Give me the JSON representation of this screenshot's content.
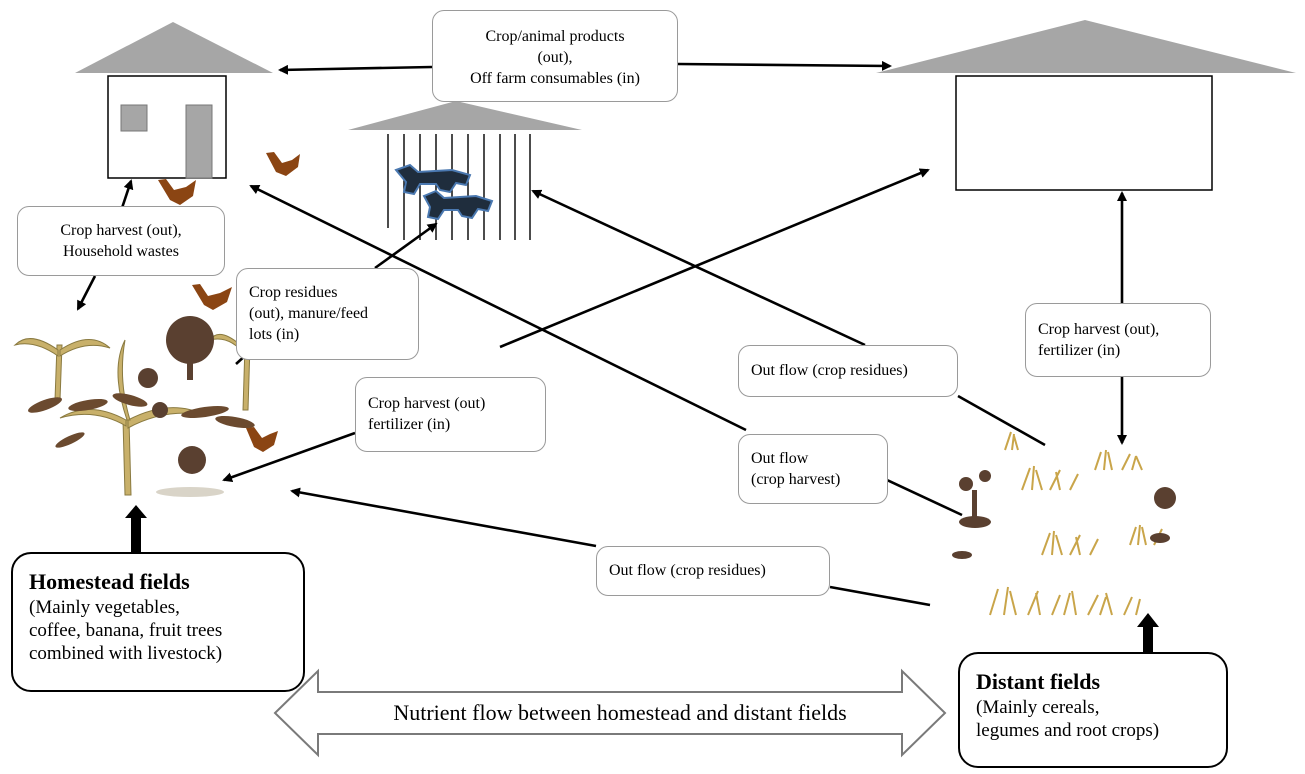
{
  "labels": {
    "products": [
      "Crop/animal products",
      "(out),",
      "Off farm consumables (in)"
    ],
    "crop_harvest_household": [
      "Crop harvest (out),",
      "Household wastes"
    ],
    "crop_residues_manure": [
      "Crop residues",
      "(out), manure/feed",
      "lots (in)"
    ],
    "crop_harvest_fertilizer_left": [
      "Crop harvest (out)",
      "fertilizer (in)"
    ],
    "crop_harvest_fertilizer_right": [
      "Crop harvest (out),",
      "fertilizer (in)"
    ],
    "outflow_residues_upper": "Out flow (crop residues)",
    "outflow_harvest": [
      "Out flow",
      "(crop harvest)"
    ],
    "outflow_residues_lower": "Out flow (crop residues)"
  },
  "homestead": {
    "title": "Homestead fields",
    "description": [
      "(Mainly vegetables,",
      "coffee, banana, fruit trees",
      "combined with livestock)"
    ]
  },
  "distant": {
    "title": "Distant fields",
    "description": [
      "(Mainly cereals,",
      "legumes and root crops)"
    ]
  },
  "nutrient_flow": "Nutrient flow between homestead and distant fields",
  "colors": {
    "roof": "#a6a6a6",
    "window": "#a6a6a6",
    "arrow": "#000000",
    "label_border": "#9a9a9a",
    "livestock": "#1f2d3d",
    "livestock_outline": "#4a78b0",
    "chicken": "#8b4513",
    "tree": "#5a4030",
    "grass": "#c9a54a",
    "banana": "#c8b06a"
  }
}
